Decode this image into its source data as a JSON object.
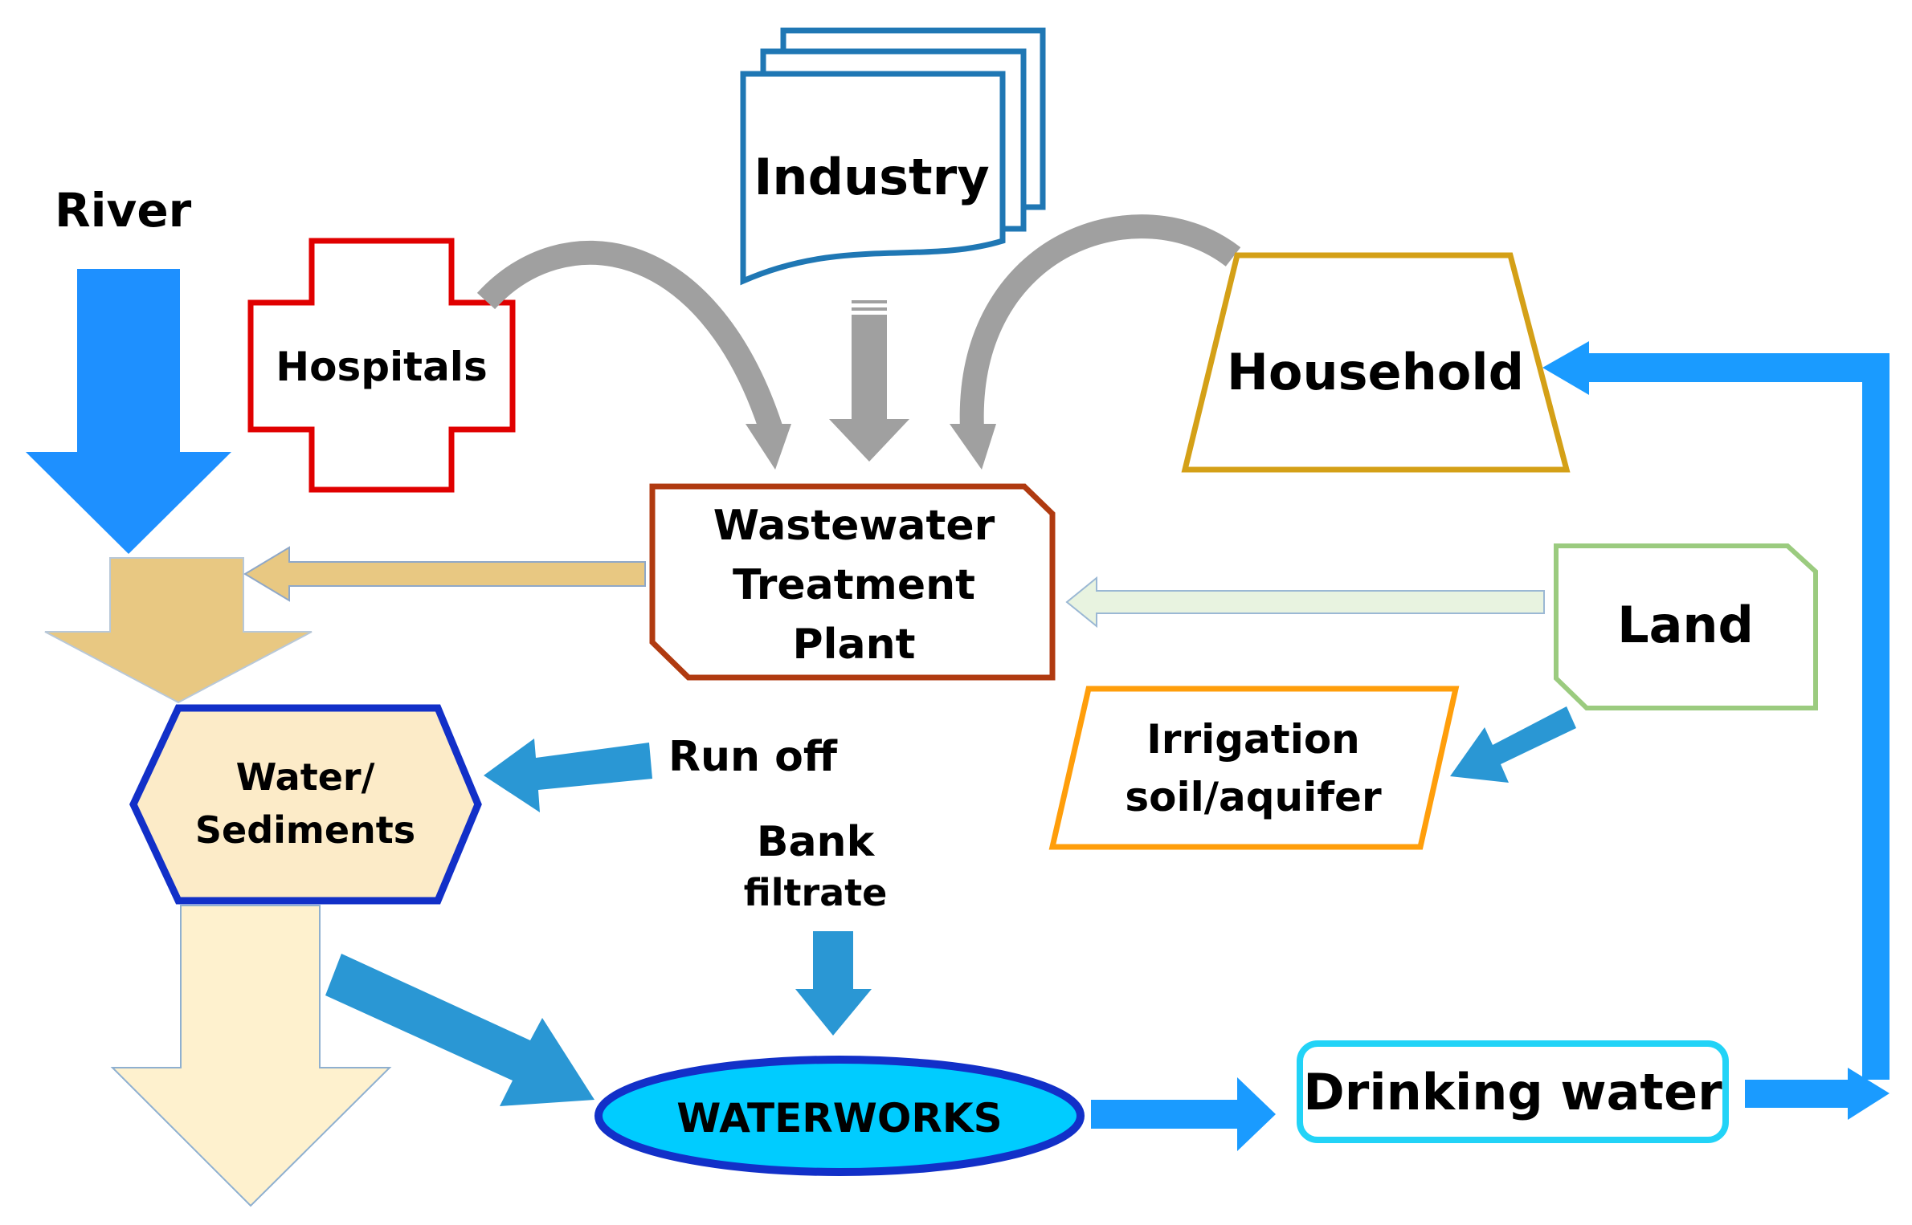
{
  "nodes": {
    "river": {
      "label": "River"
    },
    "hospitals": {
      "label": "Hospitals"
    },
    "industry": {
      "label": "Industry"
    },
    "household": {
      "label": "Household"
    },
    "wwtp": {
      "line1": "Wastewater",
      "line2": "Treatment",
      "line3": "Plant"
    },
    "land": {
      "label": "Land"
    },
    "irrigation": {
      "line1": "Irrigation",
      "line2": "soil/aquifer"
    },
    "water_sediments": {
      "line1": "Water/",
      "line2": "Sediments"
    },
    "runoff": {
      "label": "Run off"
    },
    "bank_filtrate": {
      "line1": "Bank",
      "line2": "filtrate"
    },
    "waterworks": {
      "label": "WATERWORKS"
    },
    "drinking_water": {
      "label": "Drinking water"
    }
  },
  "colors": {
    "river_arrow": "#1E90FF",
    "loop_blue": "#1A9BFF",
    "flow_arrow": "#2A97D4",
    "curved_gray": "#A0A0A0",
    "hospitals_border": "#E00000",
    "industry_border": "#1F77B4",
    "household_border": "#D4A017",
    "wwtp_border": "#B03A10",
    "land_border": "#9BCB7F",
    "irrigation_border": "#FF9E0B",
    "hexagon_border": "#1230C8",
    "hexagon_fill": "#FCEBC8",
    "waterworks_fill": "#00CCFF",
    "waterworks_border": "#1230C8",
    "drinking_border": "#22D3F7",
    "tan_arrow": "#E8C882",
    "cream_arrow": "#FEF1CE"
  }
}
